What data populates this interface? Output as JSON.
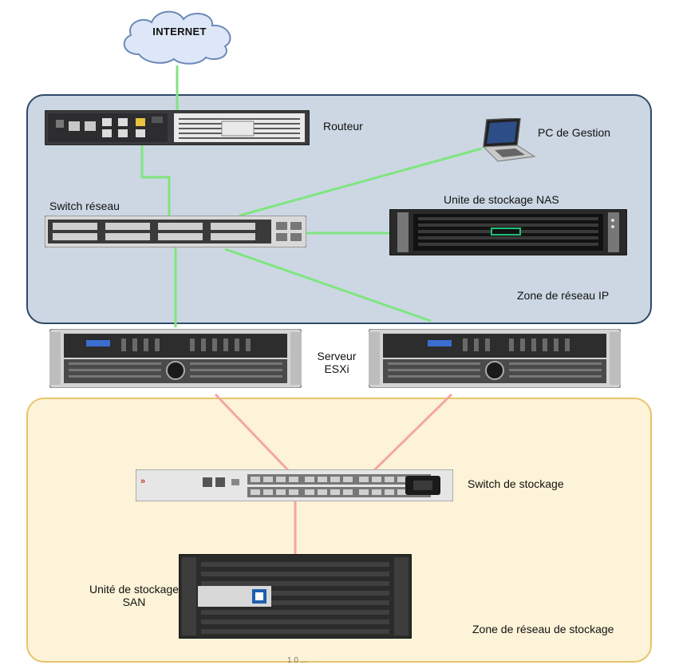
{
  "nodes": {
    "internet": "INTERNET",
    "router": "Routeur",
    "pc": "PC de Gestion",
    "switch_net": "Switch réseau",
    "nas": "Unite de stockage NAS",
    "zone_ip": "Zone de réseau IP",
    "server_line1": "Serveur",
    "server_line2": "ESXi",
    "switch_storage": "Switch de stockage",
    "san_line1": "Unité de stockage",
    "san_line2": "SAN",
    "zone_storage": "Zone de réseau de stockage",
    "caption_fragment": "1 0 ..."
  },
  "colors": {
    "ip_link": "#7fe57f",
    "storage_link": "#f4a6a0",
    "ip_zone_fill": "#ccd7e3",
    "ip_zone_border": "#2e4a68",
    "storage_zone_fill": "#fdf3d8",
    "storage_zone_border": "#e8c46a"
  },
  "icons": [
    "cloud-icon",
    "router-icon",
    "laptop-icon",
    "network-switch-icon",
    "nas-icon",
    "server-icon",
    "fc-switch-icon",
    "san-icon"
  ]
}
